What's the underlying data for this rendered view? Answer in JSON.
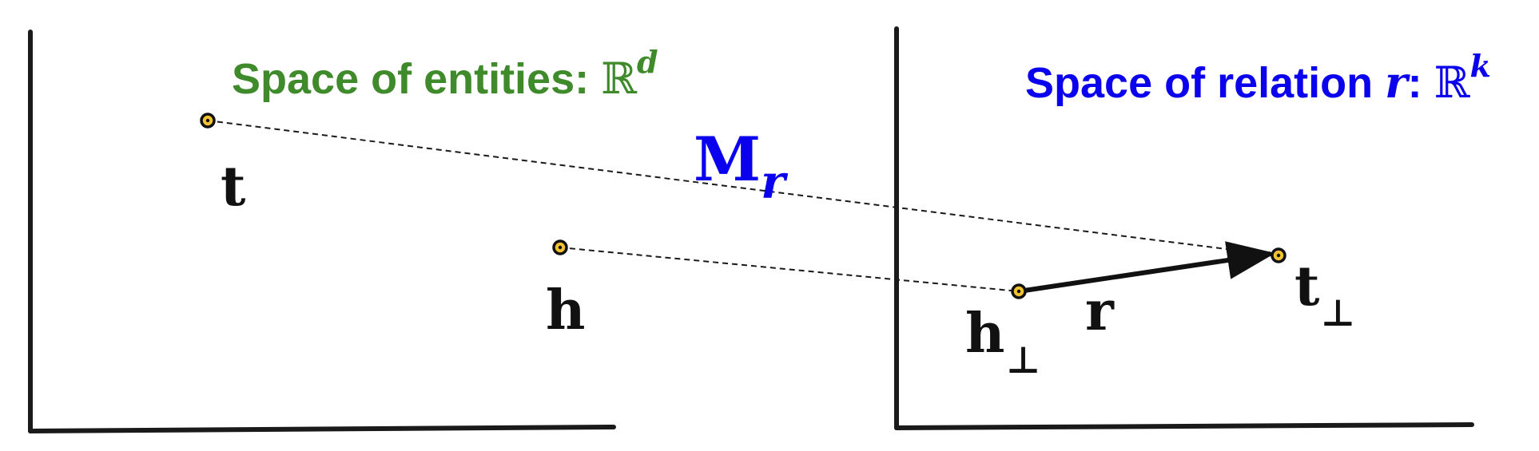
{
  "colors": {
    "entity_title": "#3f8a2a",
    "relation_title": "#0a00ee",
    "projection_label": "#0a00ee",
    "axis": "#1a1a1a",
    "point_fill": "#f2c230",
    "text": "#111111"
  },
  "entity_space": {
    "title_text": "Space of entities: ",
    "title_symbol": "ℝ",
    "title_exponent": "d"
  },
  "relation_space": {
    "title_prefix": "Space of relation ",
    "title_var": "r",
    "title_colon": ": ",
    "title_symbol": "ℝ",
    "title_exponent": "k"
  },
  "projection": {
    "main": "M",
    "subscript": "r"
  },
  "points": {
    "t": {
      "label": "t"
    },
    "h": {
      "label": "h"
    },
    "h_perp": {
      "label": "h",
      "subscript": "⊥"
    },
    "t_perp": {
      "label": "t",
      "subscript": "⊥"
    }
  },
  "relation_vector": {
    "label": "r"
  },
  "icons": {
    "entity_axes": "axes-icon",
    "relation_axes": "axes-icon",
    "point": "point-marker-icon",
    "arrow": "arrowhead-icon"
  }
}
